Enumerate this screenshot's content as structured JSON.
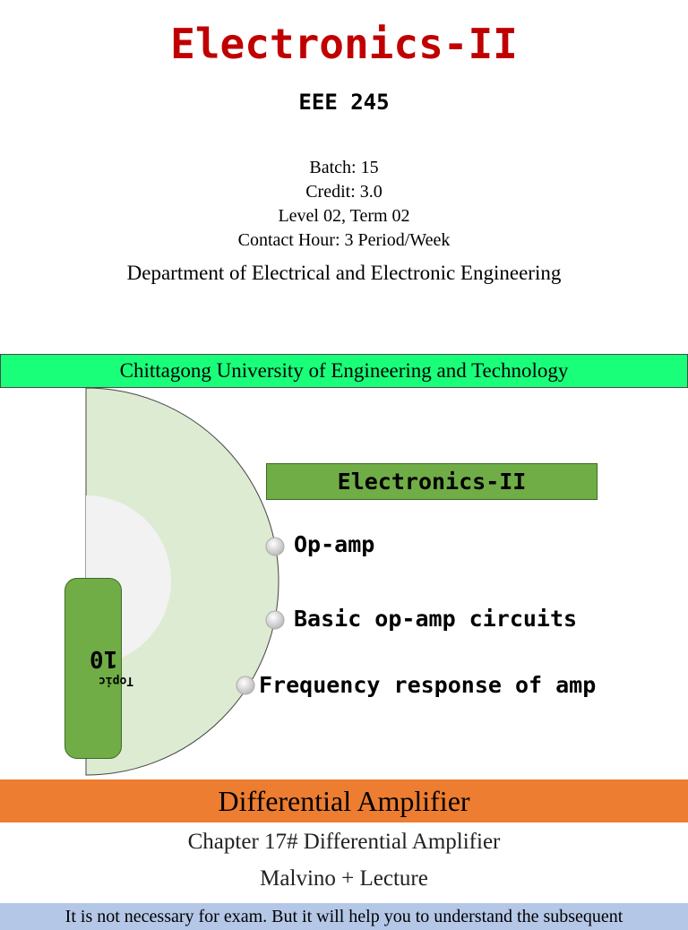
{
  "course": {
    "title": "Electronics-II",
    "code": "EEE 245",
    "batch": "Batch: 15",
    "credit": "Credit: 3.0",
    "level": "Level 02, Term 02",
    "contact": "Contact Hour: 3 Period/Week",
    "department": "Department of Electrical and Electronic Engineering",
    "university": "Chittagong University of Engineering and Technology"
  },
  "diagram": {
    "header": "Electronics-II",
    "topics": [
      "Op-amp",
      "Basic op-amp circuits",
      "Frequency response of amp"
    ],
    "tab_number": "10",
    "tab_label": "Topic"
  },
  "section": {
    "title": "Differential Amplifier",
    "chapter": "Chapter 17# Differential Amplifier",
    "reference": "Malvino + Lecture",
    "note": "It is not necessary for exam. But it will help you to understand the subsequent"
  },
  "colors": {
    "title": "#c00000",
    "university_bar": "#1aff7a",
    "green": "#70ad47",
    "orange": "#ed7d31",
    "note_bar": "#b4c7e7"
  }
}
